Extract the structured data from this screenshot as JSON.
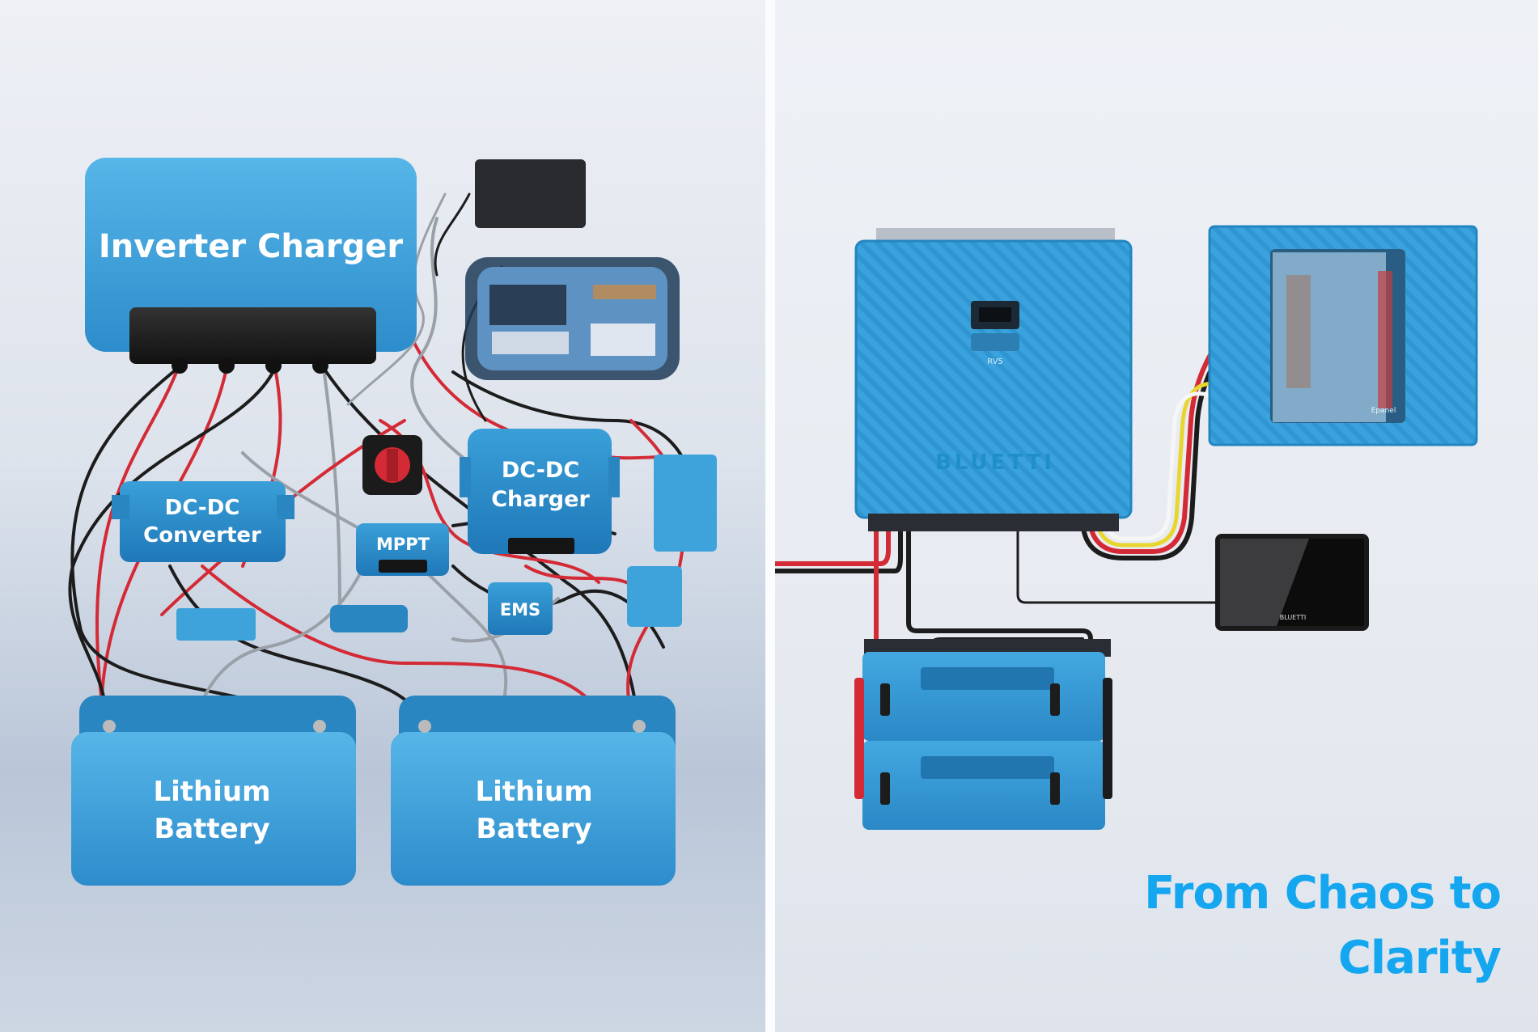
{
  "left": {
    "inverter_charger": "Inverter Charger",
    "dc_dc_converter": [
      "DC-DC",
      "Converter"
    ],
    "dc_dc_charger": [
      "DC-DC",
      "Charger"
    ],
    "mppt": "MPPT",
    "ems": "EMS",
    "battery_1": [
      "Lithium",
      "Battery"
    ],
    "battery_2": [
      "Lithium",
      "Battery"
    ]
  },
  "right": {
    "inverter_brand": "BLUETTI",
    "inverter_model": "RV5",
    "epanel_label": "Epanel",
    "display_brand": "BLUETTI"
  },
  "tagline": "From Chaos to Clarity",
  "colors": {
    "device_blue": "#3ea3da",
    "device_blue_dark": "#2a86c0",
    "tagline": "#14a6ef",
    "wire_red": "#d42a35",
    "wire_black": "#1c1c1c",
    "wire_gray": "#9aa0a8",
    "wire_yellow": "#e8d630"
  }
}
